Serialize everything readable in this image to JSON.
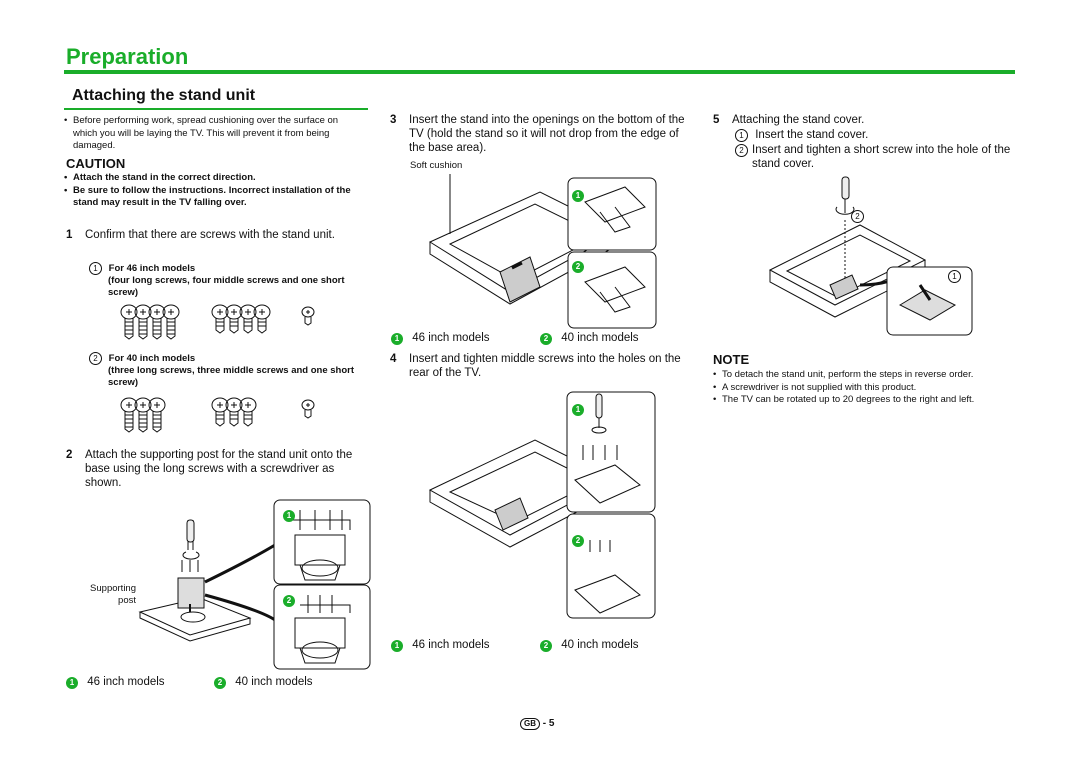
{
  "page": {
    "title": "Preparation",
    "section_title": "Attaching the stand unit",
    "page_marker": "GB",
    "page_number": "- 5"
  },
  "col1": {
    "intro_bullet": "Before performing work, spread cushioning over the surface on which you will be laying the TV. This will prevent it from being damaged.",
    "caution_heading": "CAUTION",
    "caution_items": [
      "Attach the stand in the correct direction.",
      "Be sure to follow the instructions. Incorrect installation of the stand may result in the TV falling over."
    ],
    "step1_num": "1",
    "step1_text": "Confirm that there are screws with the stand unit.",
    "step1_sub1_marker": "1",
    "step1_sub1_title": "For 46 inch models",
    "step1_sub1_detail": "(four long screws, four middle screws and one short screw)",
    "step1_sub2_marker": "2",
    "step1_sub2_title": "For 40 inch models",
    "step1_sub2_detail": "(three long screws, three middle screws and one short screw)",
    "step2_num": "2",
    "step2_text": "Attach the supporting post for the stand unit onto the base using the long screws with a screwdriver as shown.",
    "supporting_post_label": "Supporting post",
    "cap1_marker": "1",
    "cap1": "46 inch models",
    "cap2_marker": "2",
    "cap2": "40 inch models"
  },
  "col2": {
    "step3_num": "3",
    "step3_text": "Insert the stand into the openings on the bottom of the TV (hold the stand so it will not drop from the edge of the base area).",
    "soft_cushion_label": "Soft cushion",
    "cap1_marker": "1",
    "cap1": "46 inch models",
    "cap2_marker": "2",
    "cap2": "40 inch models",
    "step4_num": "4",
    "step4_text": "Insert and tighten middle screws into the holes on the rear of the TV.",
    "cap3_marker": "1",
    "cap3": "46 inch models",
    "cap4_marker": "2",
    "cap4": "40 inch models"
  },
  "col3": {
    "step5_num": "5",
    "step5_text": "Attaching the stand cover.",
    "step5_sub1_marker": "1",
    "step5_sub1": "Insert the stand cover.",
    "step5_sub2_marker": "2",
    "step5_sub2": "Insert and tighten a short screw into the hole of the stand cover.",
    "note_heading": "NOTE",
    "note_items": [
      "To detach the stand unit, perform the steps in reverse order.",
      "A screwdriver is not supplied with this product.",
      "The TV can be rotated up to 20 degrees to the right and left."
    ]
  },
  "colors": {
    "accent": "#1aad2a",
    "text": "#111111"
  }
}
